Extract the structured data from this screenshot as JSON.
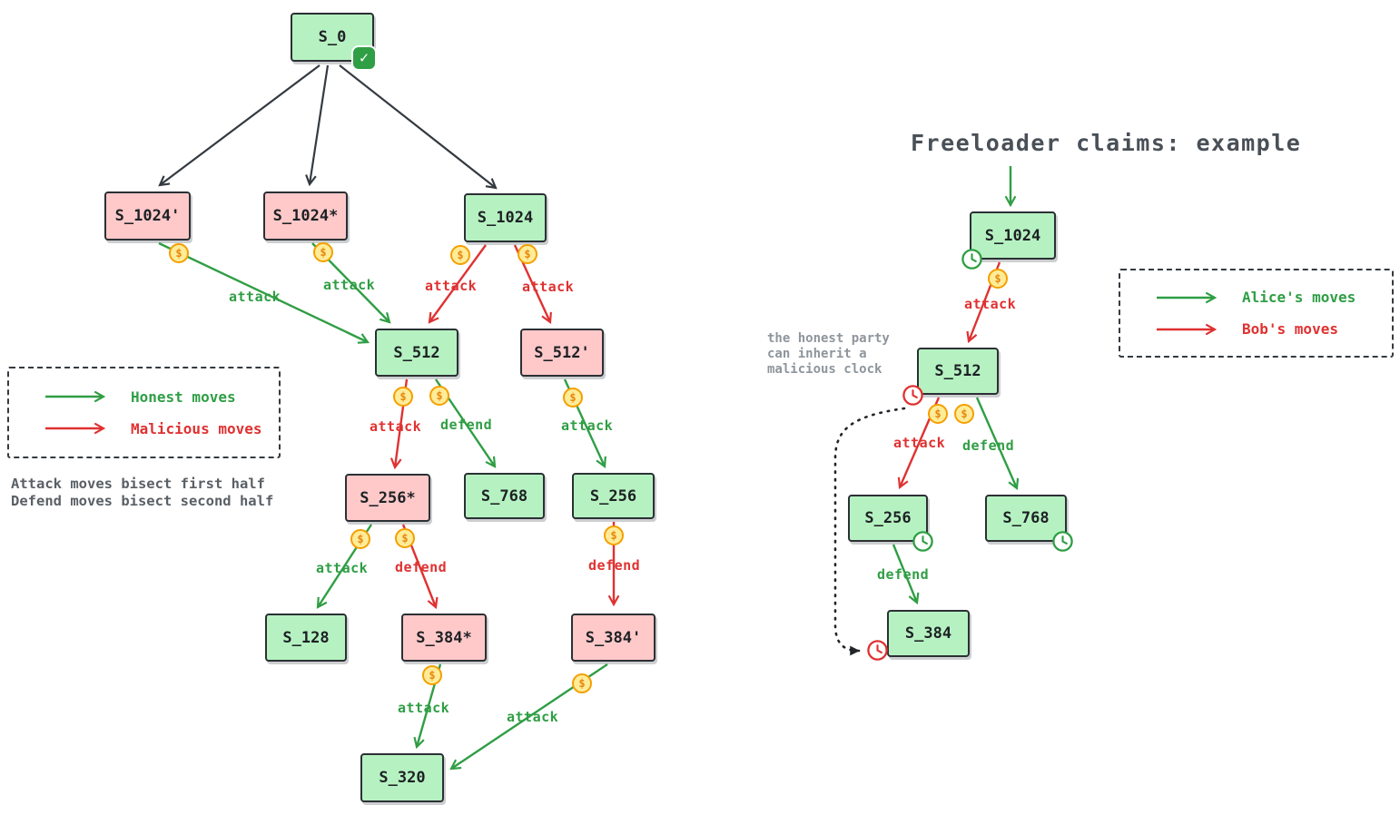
{
  "left_tree": {
    "nodes": {
      "s0": "S_0",
      "s1024_prime": "S_1024'",
      "s1024_star": "S_1024*",
      "s1024": "S_1024",
      "s512": "S_512",
      "s512_prime": "S_512'",
      "s256_star": "S_256*",
      "s768": "S_768",
      "s256": "S_256",
      "s128": "S_128",
      "s384_star": "S_384*",
      "s384_prime": "S_384'",
      "s320": "S_320"
    },
    "legend": {
      "honest": "Honest moves",
      "malicious": "Malicious moves"
    },
    "note": {
      "line1": "Attack moves bisect first half",
      "line2": "Defend moves bisect second half"
    }
  },
  "right_tree": {
    "title": "Freeloader claims: example",
    "nodes": {
      "s1024": "S_1024",
      "s512": "S_512",
      "s256": "S_256",
      "s768": "S_768",
      "s384": "S_384"
    },
    "note": {
      "line1": "the honest party",
      "line2": "can inherit a",
      "line3": "malicious clock"
    },
    "legend": {
      "alice": "Alice's moves",
      "bob": "Bob's moves"
    }
  },
  "edge_labels": {
    "attack": "attack",
    "defend": "defend"
  },
  "icons": {
    "coin": "$",
    "check": "✓"
  },
  "colors": {
    "green_fill": "#b6f2c1",
    "pink_fill": "#ffc9c9",
    "honest_green": "#2f9e44",
    "malicious_red": "#e03131",
    "dark": "#343a40",
    "coin_orange": "#f59f00"
  }
}
